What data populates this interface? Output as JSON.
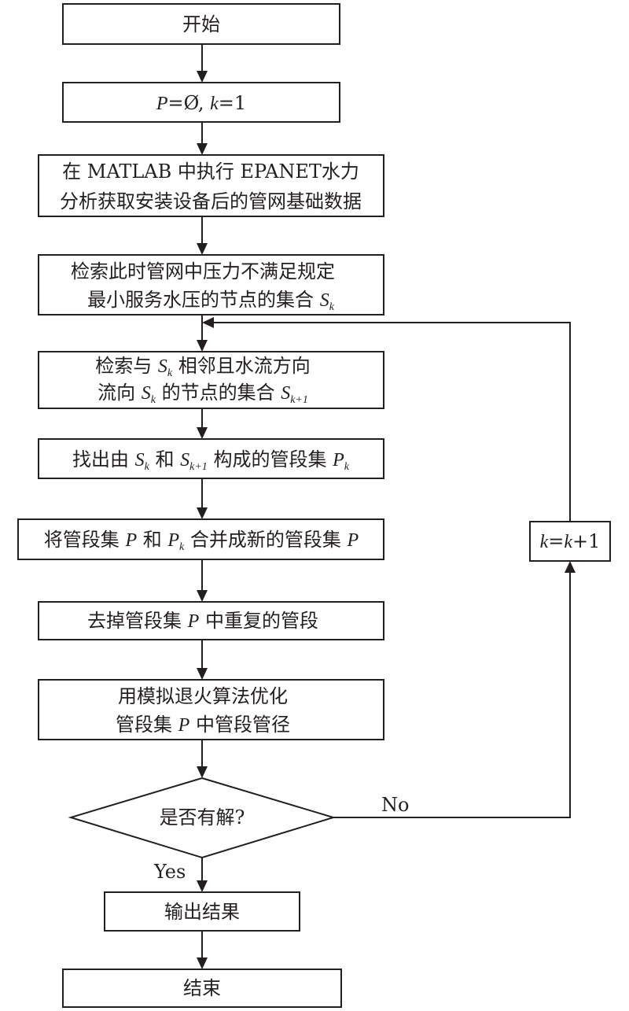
{
  "nodes": {
    "start": "开始",
    "init": {
      "p": "P",
      "eq": "=Ø, ",
      "k": "k",
      "eq1": "=1"
    },
    "run": {
      "line1": "在 MATLAB 中执行 EPANET水力",
      "line2": "分析获取安装设备后的管网基础数据"
    },
    "search_low": {
      "line1": "检索此时管网中压力不满足规定",
      "line2a": "最小服务水压的节点的集合 ",
      "s": "S",
      "s_sub": "k"
    },
    "search_adj": {
      "l1a": "检索与 ",
      "s1": "S",
      "s1_sub": "k",
      "l1b": " 相邻且水流方向",
      "l2a": "流向 ",
      "s2": "S",
      "s2_sub": "k",
      "l2b": " 的节点的集合 ",
      "s3": "S",
      "s3_sub": "k+1"
    },
    "find_pipes": {
      "a": "找出由 ",
      "s1": "S",
      "s1_sub": "k",
      "b": " 和 ",
      "s2": "S",
      "s2_sub": "k+1",
      "c": " 构成的管段集 ",
      "p": "P",
      "p_sub": "k"
    },
    "merge": {
      "a": "将管段集 ",
      "p1": "P",
      "b": " 和 ",
      "p2": "P",
      "p2_sub": "k",
      "c": " 合并成新的管段集 ",
      "p3": "P"
    },
    "dedupe": {
      "a": "去掉管段集 ",
      "p": "P",
      "b": " 中重复的管段"
    },
    "optimize": {
      "line1": "用模拟退火算法优化",
      "l2a": "管段集 ",
      "p": "P",
      "l2b": " 中管段管径"
    },
    "decision": "是否有解?",
    "increment": {
      "k1": "k",
      "eq": "=",
      "k2": "k",
      "plus": "+1"
    },
    "output": "输出结果",
    "end": "结束"
  },
  "edges": {
    "no": "No",
    "yes": "Yes"
  },
  "colors": {
    "stroke": "#231f20",
    "background": "#ffffff"
  }
}
